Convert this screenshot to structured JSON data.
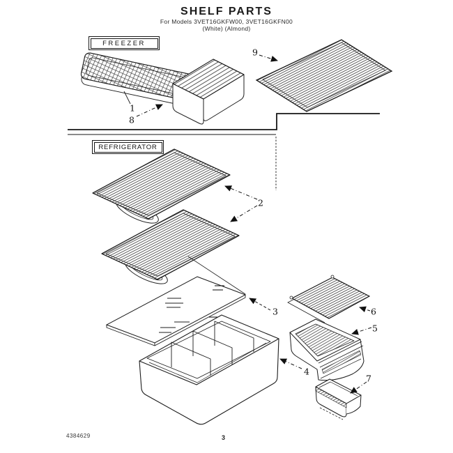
{
  "header": {
    "title": "SHELF PARTS",
    "models_line": "For Models 3VET16GKFW00, 3VET16GKFN00",
    "finish_line": "(White)  (Almond)"
  },
  "sections": {
    "freezer": "FREEZER",
    "refrigerator": "REFRIGERATOR"
  },
  "callouts": {
    "c1": "1",
    "c2": "2",
    "c3": "3",
    "c4": "4",
    "c5": "5",
    "c6": "6",
    "c7": "7",
    "c8": "8",
    "c9": "9"
  },
  "footer": {
    "document_number": "4384629",
    "page_number": "3"
  },
  "colors": {
    "ink": "#1a1a1a",
    "paper": "#ffffff"
  }
}
